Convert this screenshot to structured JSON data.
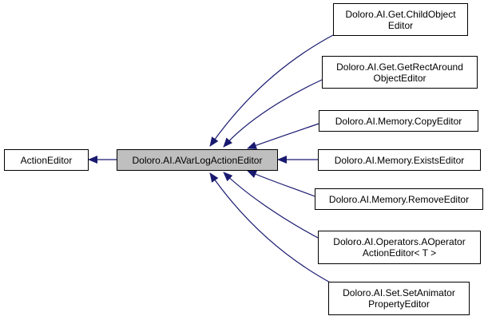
{
  "diagram": {
    "edge_color": "#191970",
    "focus_fill": "#bfbfbf",
    "base": "ActionEditor",
    "focus": "Doloro.AI.AVarLogActionEditor",
    "derived": [
      [
        "Doloro.AI.Get.ChildObject",
        "Editor"
      ],
      [
        "Doloro.AI.Get.GetRectAround",
        "ObjectEditor"
      ],
      [
        "Doloro.AI.Memory.CopyEditor"
      ],
      [
        "Doloro.AI.Memory.ExistsEditor"
      ],
      [
        "Doloro.AI.Memory.RemoveEditor"
      ],
      [
        "Doloro.AI.Operators.AOperator",
        "ActionEditor< T >"
      ],
      [
        "Doloro.AI.Set.SetAnimator",
        "PropertyEditor"
      ]
    ]
  }
}
